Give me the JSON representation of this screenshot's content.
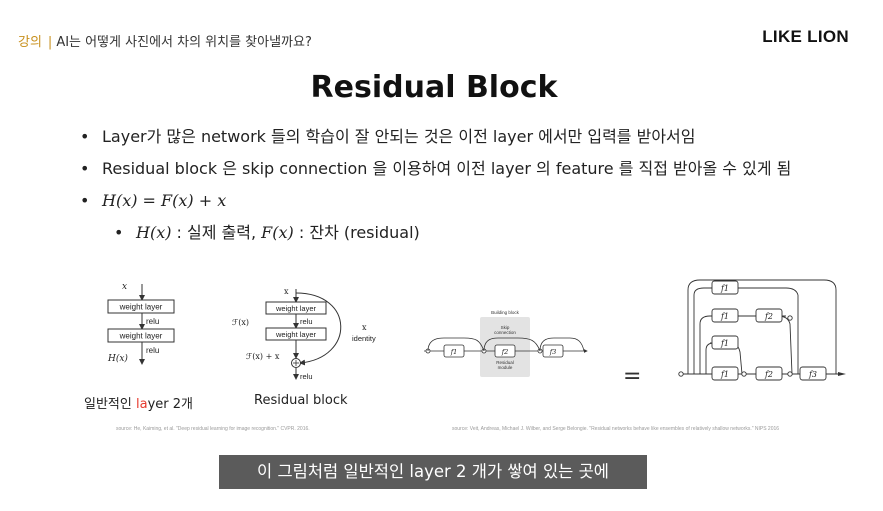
{
  "header": {
    "category": "강의",
    "separator": "|",
    "title": "AI는 어떻게 사진에서 차의 위치를 찾아낼까요?",
    "logo": "LIKE LION"
  },
  "slide": {
    "title": "Residual Block",
    "bullets": [
      "Layer가 많은 network 들의 학습이 잘 안되는 것은 이전 layer 에서만 입력를 받아서임",
      "Residual block 은 skip connection 을 이용하여 이전 layer 의 feature 를 직접 받아올 수 있게 됨"
    ],
    "formula": {
      "lhs": "H(x)",
      "eq": " = ",
      "rhs": "F(x) + x"
    },
    "sub_bullet": {
      "h": "H(x)",
      "h_text": " : 실제 출력,  ",
      "f": "F(x)",
      "f_text": " : 잔차 (residual)"
    }
  },
  "figures": {
    "plain": {
      "x_label": "x",
      "layer1": "weight layer",
      "relu1": "relu",
      "layer2": "weight layer",
      "relu2": "relu",
      "out_label": "H(x)",
      "caption_pre": "일반적인 ",
      "caption_highlight": "la",
      "caption_post": "yer 2개"
    },
    "residual": {
      "x_label": "x",
      "layer1": "weight layer",
      "relu1": "relu",
      "layer2": "weight layer",
      "f_label": "ℱ(x)",
      "sum_label": "ℱ(x) + x",
      "relu_out": "relu",
      "skip_x": "x",
      "identity": "identity",
      "caption": "Residual block"
    },
    "unrolled": {
      "building_block": "Building block",
      "skip": "Skip",
      "connection": "connection",
      "residual_module_1": "Residual",
      "residual_module_2": "module",
      "f1": "f1",
      "f2": "f2",
      "f3": "f3",
      "equals": "="
    },
    "ensemble": {
      "f1": "f1",
      "f2": "f2",
      "f3": "f3"
    }
  },
  "sources": {
    "left": "source: He, Kaiming, et al. \"Deep residual learning for image recognition.\" CVPR. 2016.",
    "right": "source: Veit, Andreas, Michael J. Wilber, and Serge Belongie. \"Residual networks behave like ensembles of relatively shallow networks.\" NIPS 2016"
  },
  "subtitle": "이 그림처럼 일반적인 layer 2 개가 쌓여 있는 곳에",
  "colors": {
    "accent": "#c8911f",
    "highlight": "#e63a2e",
    "caption_bg": "#5b5b5b"
  }
}
